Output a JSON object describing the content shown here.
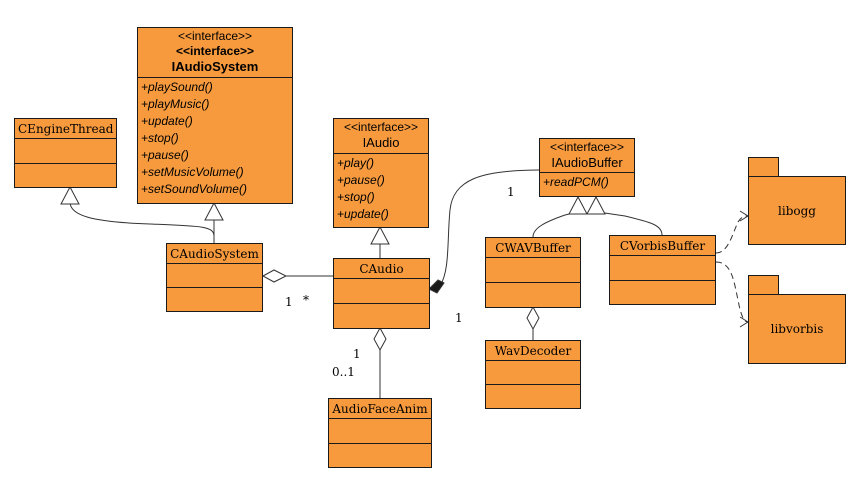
{
  "classes": {
    "iaudiosystem": {
      "stereotypes": [
        "<<interface>>",
        "<<interface>>"
      ],
      "name": "IAudioSystem",
      "operations": [
        "+playSound()",
        "+playMusic()",
        "+update()",
        "+stop()",
        "+pause()",
        "+setMusicVolume()",
        "+setSoundVolume()"
      ]
    },
    "cenginethread": {
      "name": "CEngineThread"
    },
    "caudiosystem": {
      "name": "CAudioSystem"
    },
    "iaudio": {
      "stereotype": "<<interface>>",
      "name": "IAudio",
      "operations": [
        "+play()",
        "+pause()",
        "+stop()",
        "+update()"
      ]
    },
    "caudio": {
      "name": "CAudio"
    },
    "audiofaceanim": {
      "name": "AudioFaceAnim"
    },
    "iaudiobuffer": {
      "stereotype": "<<interface>>",
      "name": "IAudioBuffer",
      "operations": [
        "+readPCM()"
      ]
    },
    "cwavbuffer": {
      "name": "CWAVBuffer"
    },
    "cvorbisbuffer": {
      "name": "CVorbisBuffer"
    },
    "wavdecoder": {
      "name": "WavDecoder"
    }
  },
  "packages": {
    "libogg": {
      "name": "libogg"
    },
    "libvorbis": {
      "name": "libvorbis"
    }
  },
  "multiplicities": {
    "caudiosystem_side": "1",
    "caudio_side": "*",
    "audiofaceanim_top": "1",
    "audiofaceanim_range": "0..1",
    "iaudiobuffer_end": "1",
    "caudio_buffer_end": "1"
  },
  "colors": {
    "fill": "#f79a3e",
    "line": "#1a1a1a"
  }
}
